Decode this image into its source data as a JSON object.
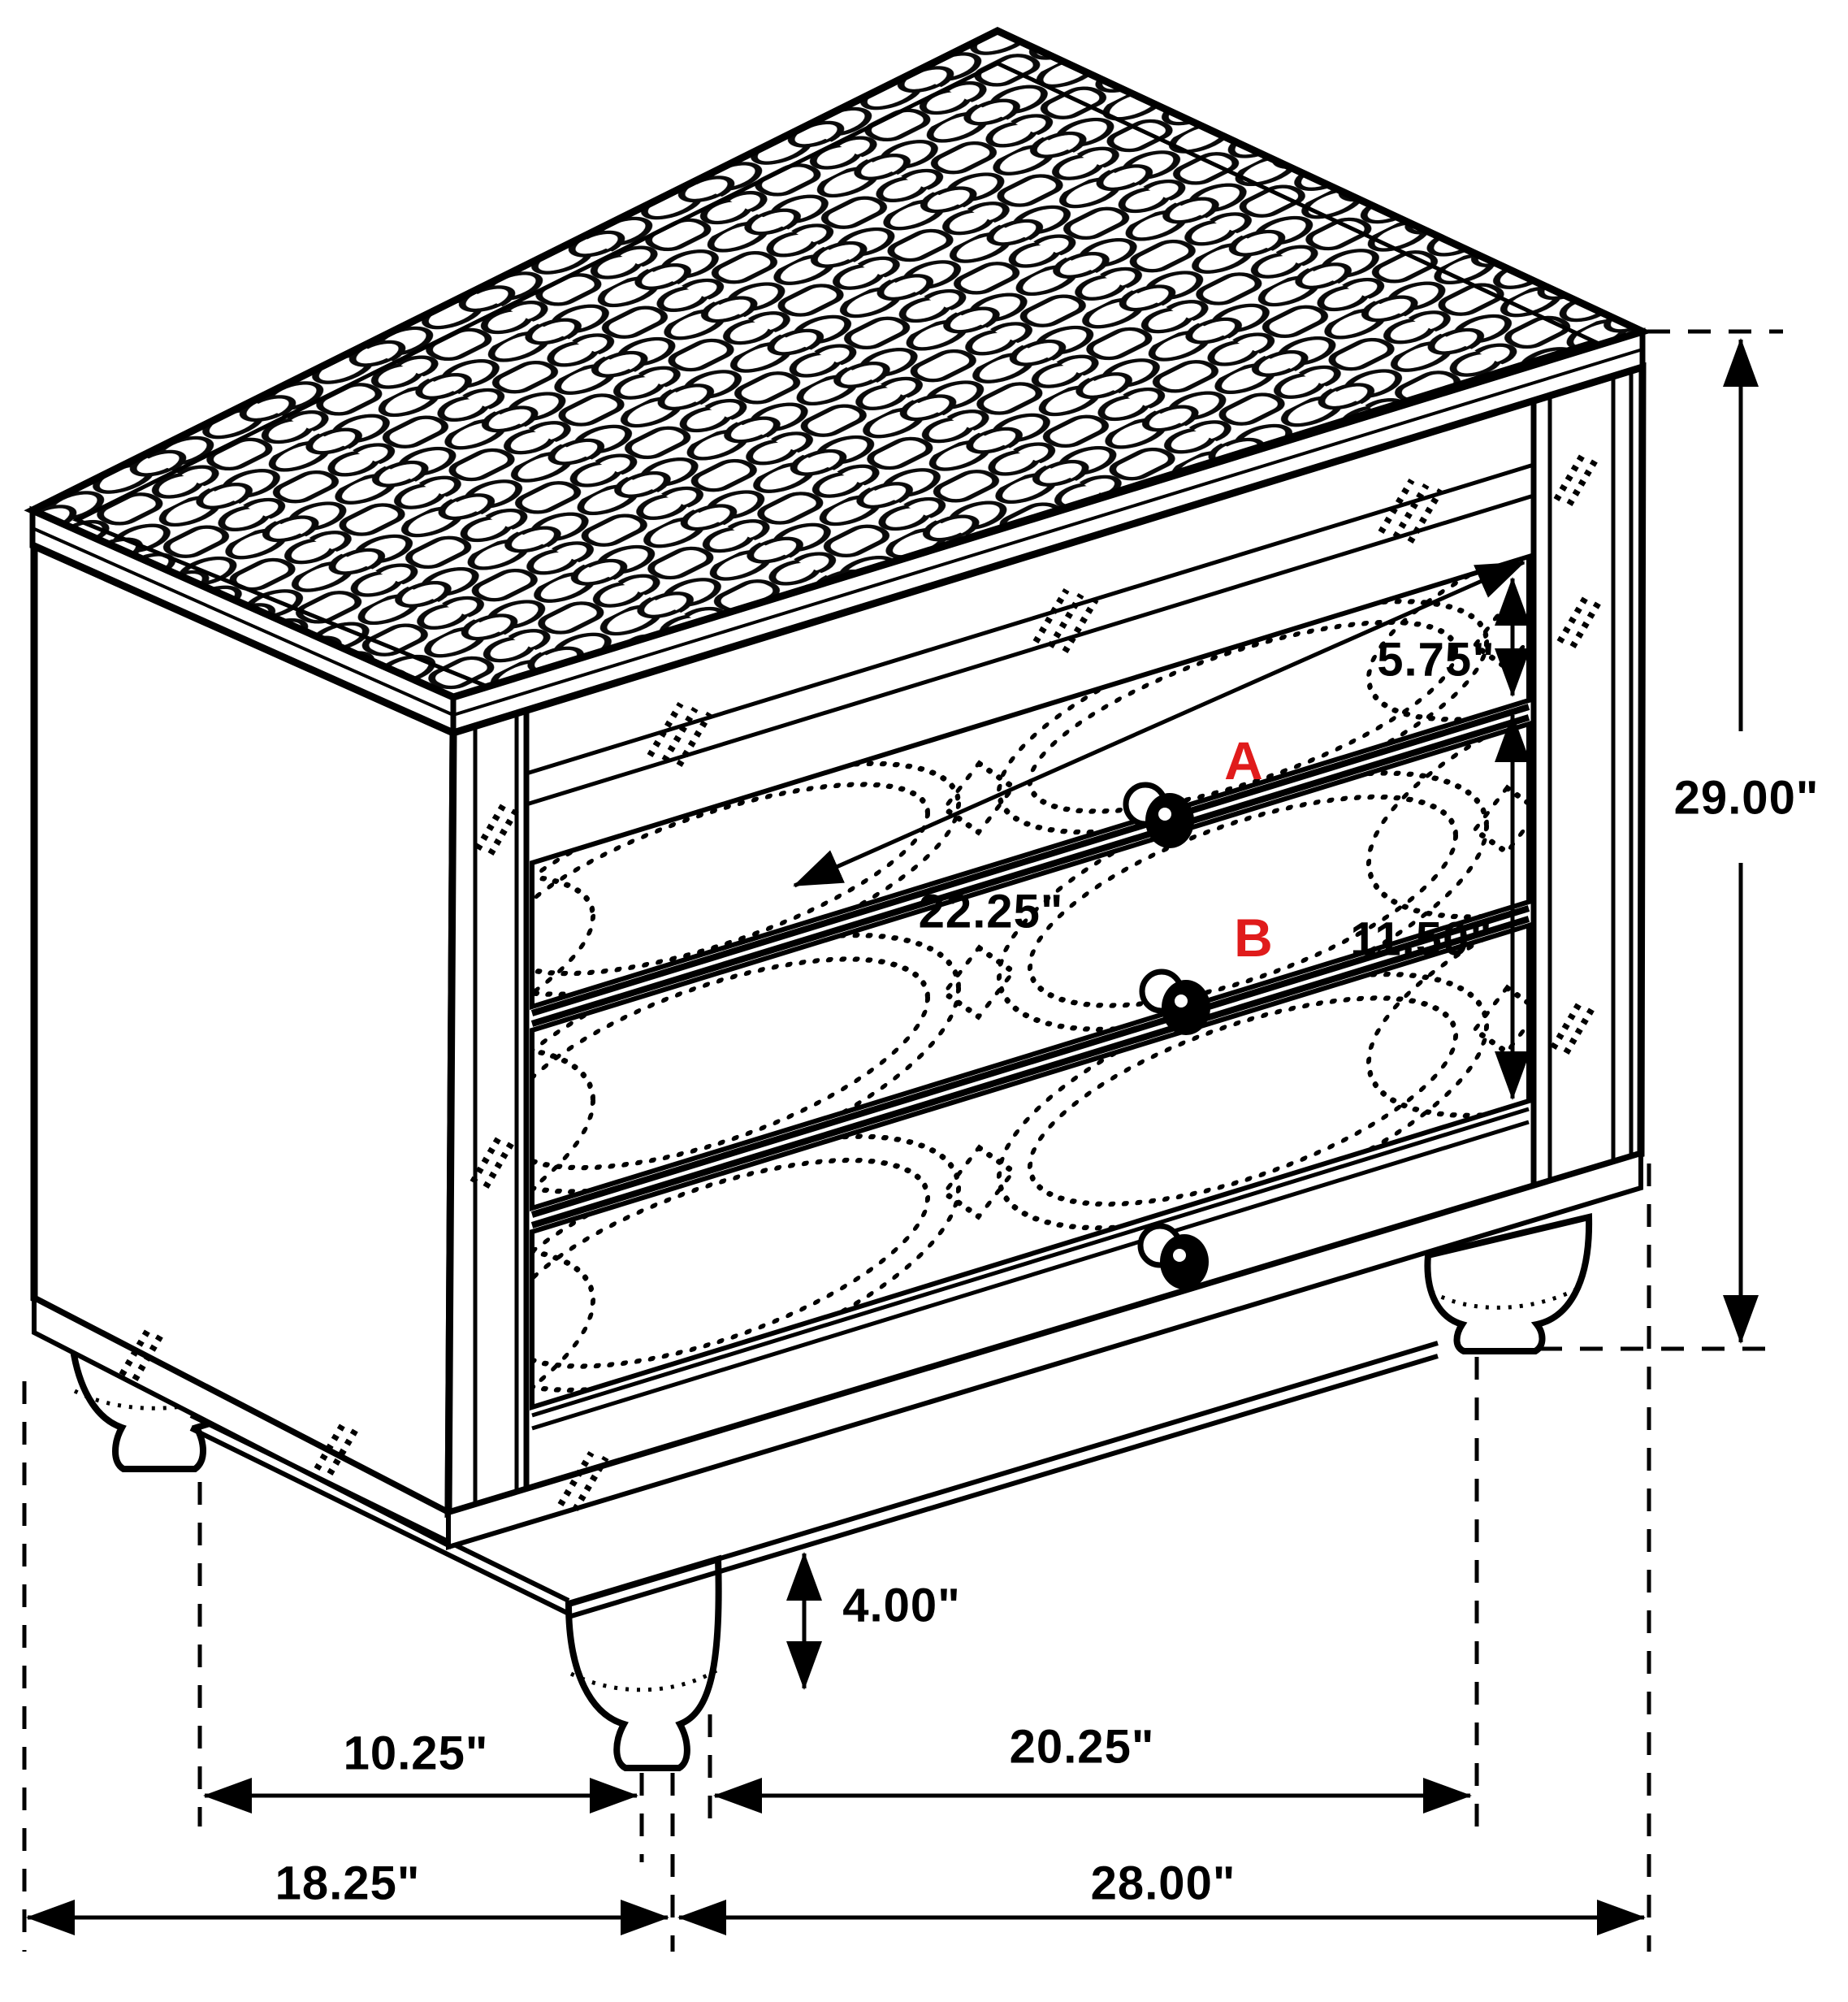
{
  "figure": {
    "kind": "furniture dimension line drawing",
    "subject": "3-drawer nightstand with mirrored trim, crocodile-textured top and bun feet"
  },
  "dimensions": {
    "top_drawer_height": "5.75\"",
    "drawer_width": "22.25\"",
    "lower_drawers_height": "11.50\"",
    "overall_height": "29.00\"",
    "foot_height": "4.00\"",
    "side_foot_spacing": "10.25\"",
    "front_foot_spacing": "20.25\"",
    "overall_depth": "18.25\"",
    "overall_width": "28.00\""
  },
  "markers": {
    "a": "A",
    "b": "B"
  },
  "colors": {
    "line": "#000000",
    "marker_red": "#e01b1b",
    "background": "#ffffff"
  }
}
